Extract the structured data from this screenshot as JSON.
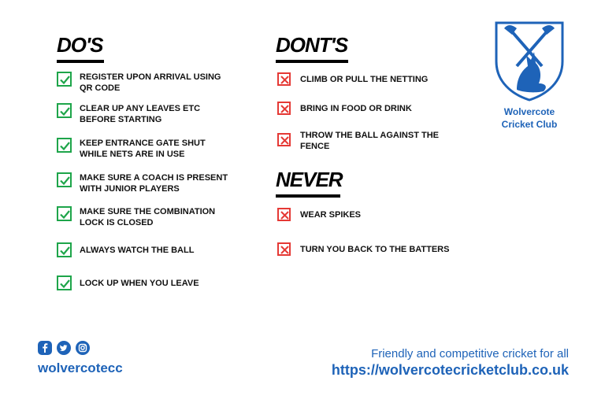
{
  "dos": {
    "heading": "DO'S",
    "items": [
      {
        "line1": "REGISTER UPON ARRIVAL USING",
        "line2": "QR CODE"
      },
      {
        "line1": "CLEAR UP ANY LEAVES ETC",
        "line2": "BEFORE STARTING"
      },
      {
        "line1": "KEEP ENTRANCE GATE SHUT",
        "line2": "WHILE NETS ARE IN USE"
      },
      {
        "line1": "MAKE SURE A COACH IS PRESENT",
        "line2": "WITH JUNIOR PLAYERS"
      },
      {
        "line1": "MAKE SURE THE COMBINATION",
        "line2": "LOCK IS CLOSED"
      },
      {
        "line1": "ALWAYS WATCH THE BALL",
        "line2": ""
      },
      {
        "line1": "LOCK UP WHEN YOU LEAVE",
        "line2": ""
      }
    ]
  },
  "donts": {
    "heading": "DONT'S",
    "items": [
      {
        "line1": "CLIMB OR PULL THE NETTING",
        "line2": ""
      },
      {
        "line1": "BRING IN FOOD OR DRINK",
        "line2": ""
      },
      {
        "line1": "THROW THE BALL AGAINST THE",
        "line2": "FENCE"
      }
    ]
  },
  "never": {
    "heading": "NEVER",
    "items": [
      {
        "line1": "WEAR SPIKES",
        "line2": ""
      },
      {
        "line1": "TURN YOU BACK TO THE BATTERS",
        "line2": ""
      }
    ]
  },
  "club": {
    "name_line1": "Wolvercote",
    "name_line2": "Cricket Club"
  },
  "social": {
    "icons": [
      "facebook-icon",
      "twitter-icon",
      "instagram-icon"
    ],
    "handle": "wolvercotecc"
  },
  "footer": {
    "tagline": "Friendly and competitive cricket for all",
    "website": "https://wolvercotecricketclub.co.uk"
  },
  "colors": {
    "check": "#1ea54a",
    "cross": "#e53935",
    "brand_blue": "#1e63b8"
  }
}
